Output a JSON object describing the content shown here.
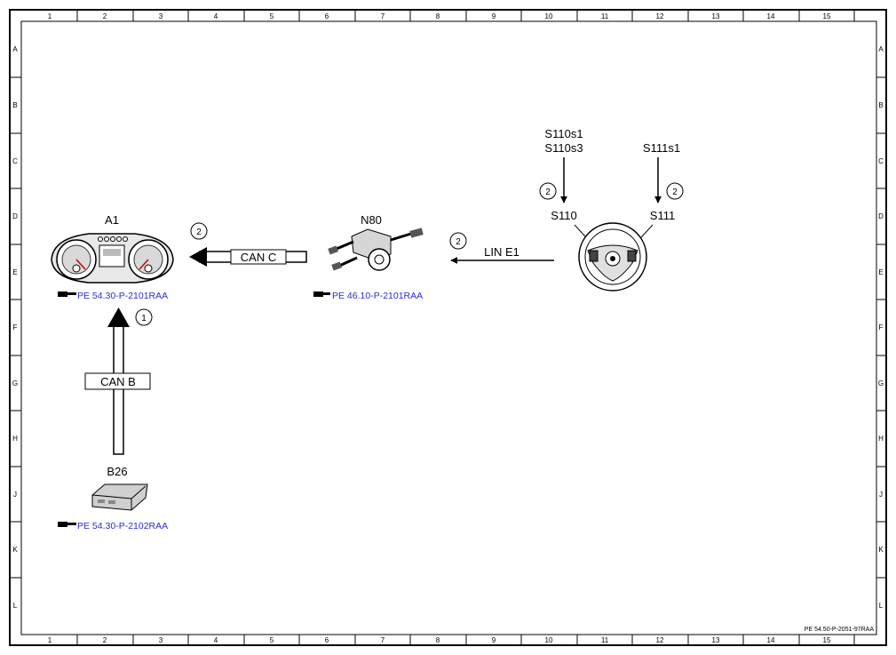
{
  "grid": {
    "columns": [
      "1",
      "2",
      "3",
      "4",
      "5",
      "6",
      "7",
      "8",
      "9",
      "10",
      "11",
      "12",
      "13",
      "14",
      "15"
    ],
    "rows": [
      "A",
      "B",
      "C",
      "D",
      "E",
      "F",
      "G",
      "H",
      "J",
      "K",
      "L"
    ]
  },
  "components": {
    "a1": {
      "label": "A1",
      "ref": "PE 54.30-P-2101RAA"
    },
    "n80": {
      "label": "N80",
      "ref": "PE 46.10-P-2101RAA"
    },
    "b26": {
      "label": "B26",
      "ref": "PE 54.30-P-2102RAA"
    },
    "steering_wheel": {
      "s110_top": "S110s1",
      "s110_bottom": "S110s3",
      "s111_top": "S111s1",
      "s110_label": "S110",
      "s111_label": "S111"
    }
  },
  "connections": {
    "can_c": {
      "label": "CAN C",
      "step": "2"
    },
    "can_b": {
      "label": "CAN B",
      "step": "1"
    },
    "lin_e1": {
      "label": "LIN E1",
      "step": "2"
    },
    "s110_step": "2",
    "s111_step": "2"
  },
  "document_ref": "PE 54.50-P-2051-97RAA"
}
